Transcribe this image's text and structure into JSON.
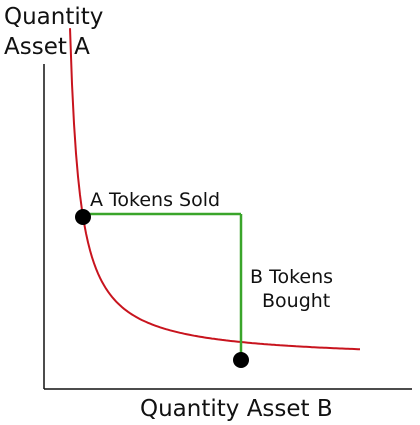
{
  "axes": {
    "y_label_line1": "Quantity",
    "y_label_line2": "Asset A",
    "x_label": "Quantity Asset B"
  },
  "annotations": {
    "a_sold": "A Tokens Sold",
    "b_bought_line1": "B Tokens",
    "b_bought_line2": "Bought"
  },
  "colors": {
    "curve": "#c8141e",
    "trade_lines": "#3aa52a",
    "points": "#000000",
    "axes": "#111111"
  }
}
